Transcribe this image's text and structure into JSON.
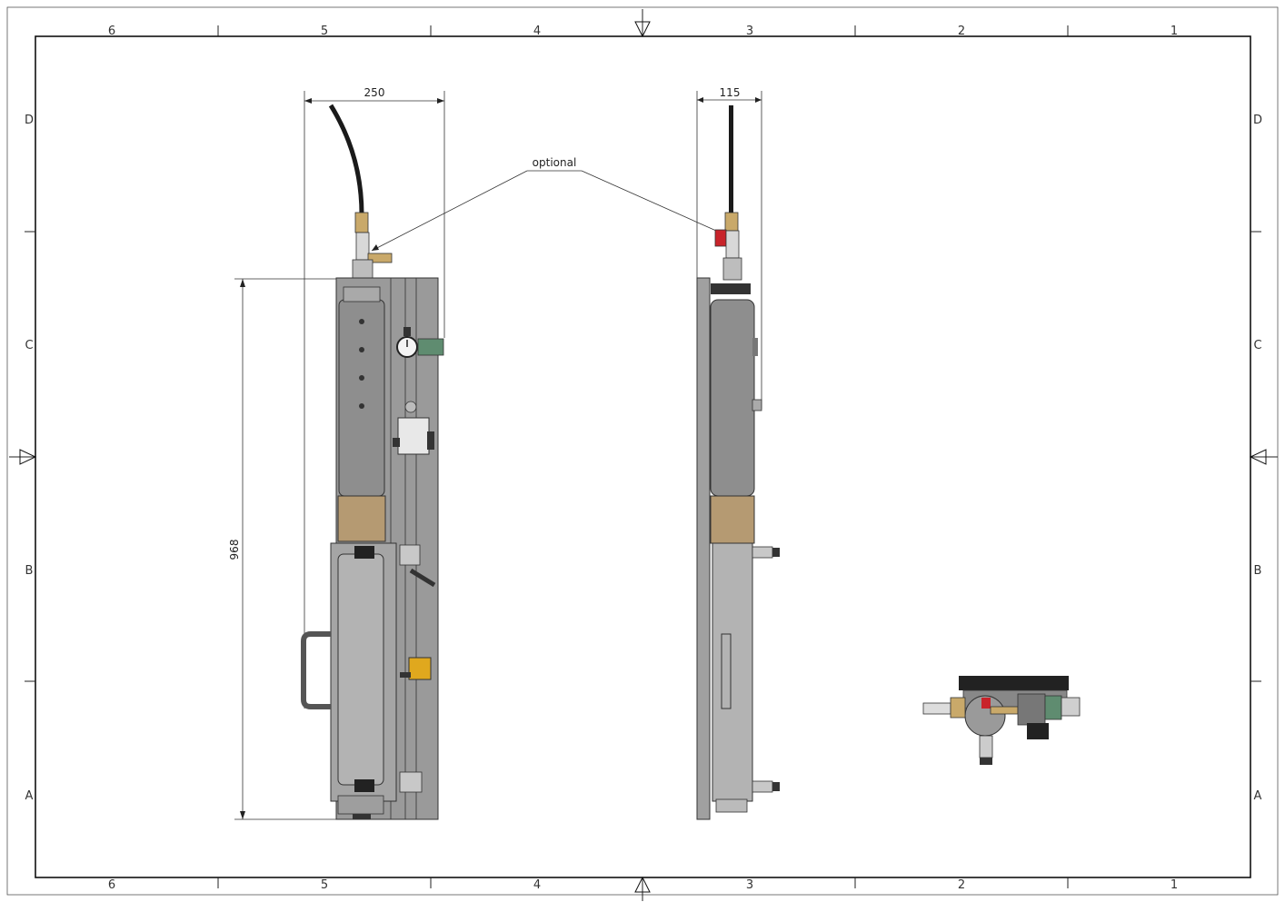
{
  "frame": {
    "columns": [
      "6",
      "5",
      "4",
      "3",
      "2",
      "1"
    ],
    "rows": [
      "D",
      "C",
      "B",
      "A"
    ]
  },
  "dimensions": {
    "front_width": "250",
    "front_height": "968",
    "side_width": "115"
  },
  "annotation": {
    "optional": "optional"
  },
  "colors": {
    "frame_line": "#222222",
    "body_grey": "#8e8e8e",
    "panel_grey": "#9a9a9a",
    "window_amber": "#b59a72",
    "valve_red": "#c8232a",
    "valve_yellow": "#e0a81e",
    "fitting_brass": "#c9a96a"
  }
}
